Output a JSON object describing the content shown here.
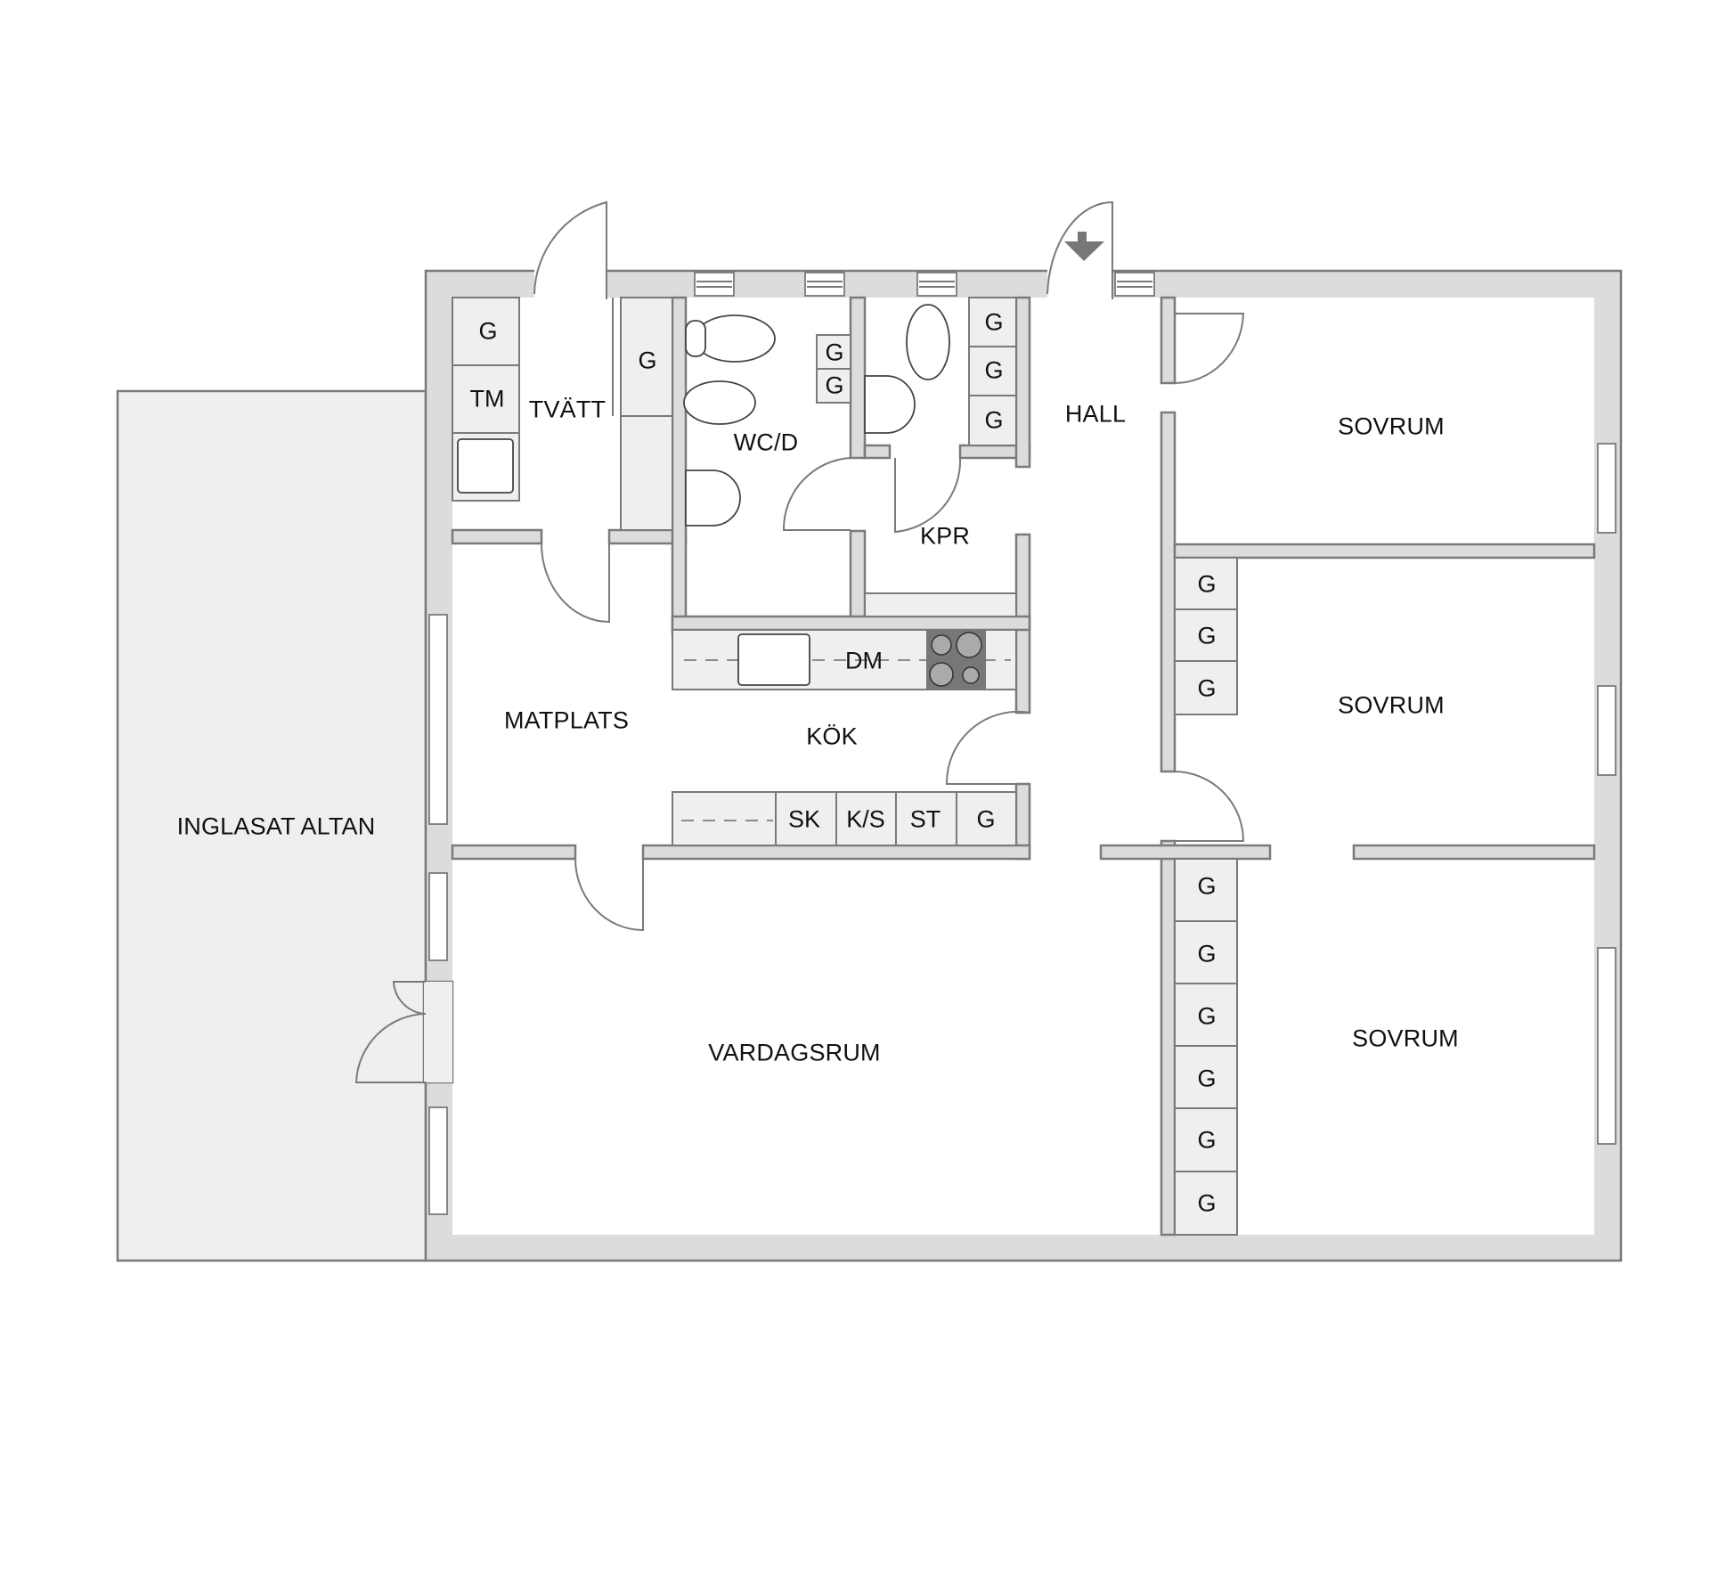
{
  "floorplan": {
    "rooms": {
      "altan": "INGLASAT ALTAN",
      "tvatt": "TVÄTT",
      "wc": "WC/D",
      "kpr": "KPR",
      "hall": "HALL",
      "matplats": "MATPLATS",
      "kok": "KÖK",
      "vardagsrum": "VARDAGSRUM",
      "sovrum1": "SOVRUM",
      "sovrum2": "SOVRUM",
      "sovrum3": "SOVRUM"
    },
    "tvatt_fixtures": {
      "g_top": "G",
      "tm": "TM",
      "g_right": "G"
    },
    "wc_storage": [
      "G",
      "G"
    ],
    "kpr_storage": [
      "G",
      "G",
      "G"
    ],
    "kitchen": {
      "dm": "DM",
      "bottom_units": [
        "SK",
        "K/S",
        "ST",
        "G"
      ]
    },
    "sovrum2_storage": [
      "G",
      "G",
      "G"
    ],
    "sovrum3_storage": [
      "G",
      "G",
      "G",
      "G",
      "G",
      "G"
    ],
    "entrance_marker": "arrow-down",
    "colors": {
      "wall": "#dcdcdc",
      "wall_outline": "#7a7a7a",
      "cabinet": "#efefef",
      "stove": "#777777",
      "text": "#111111"
    }
  }
}
